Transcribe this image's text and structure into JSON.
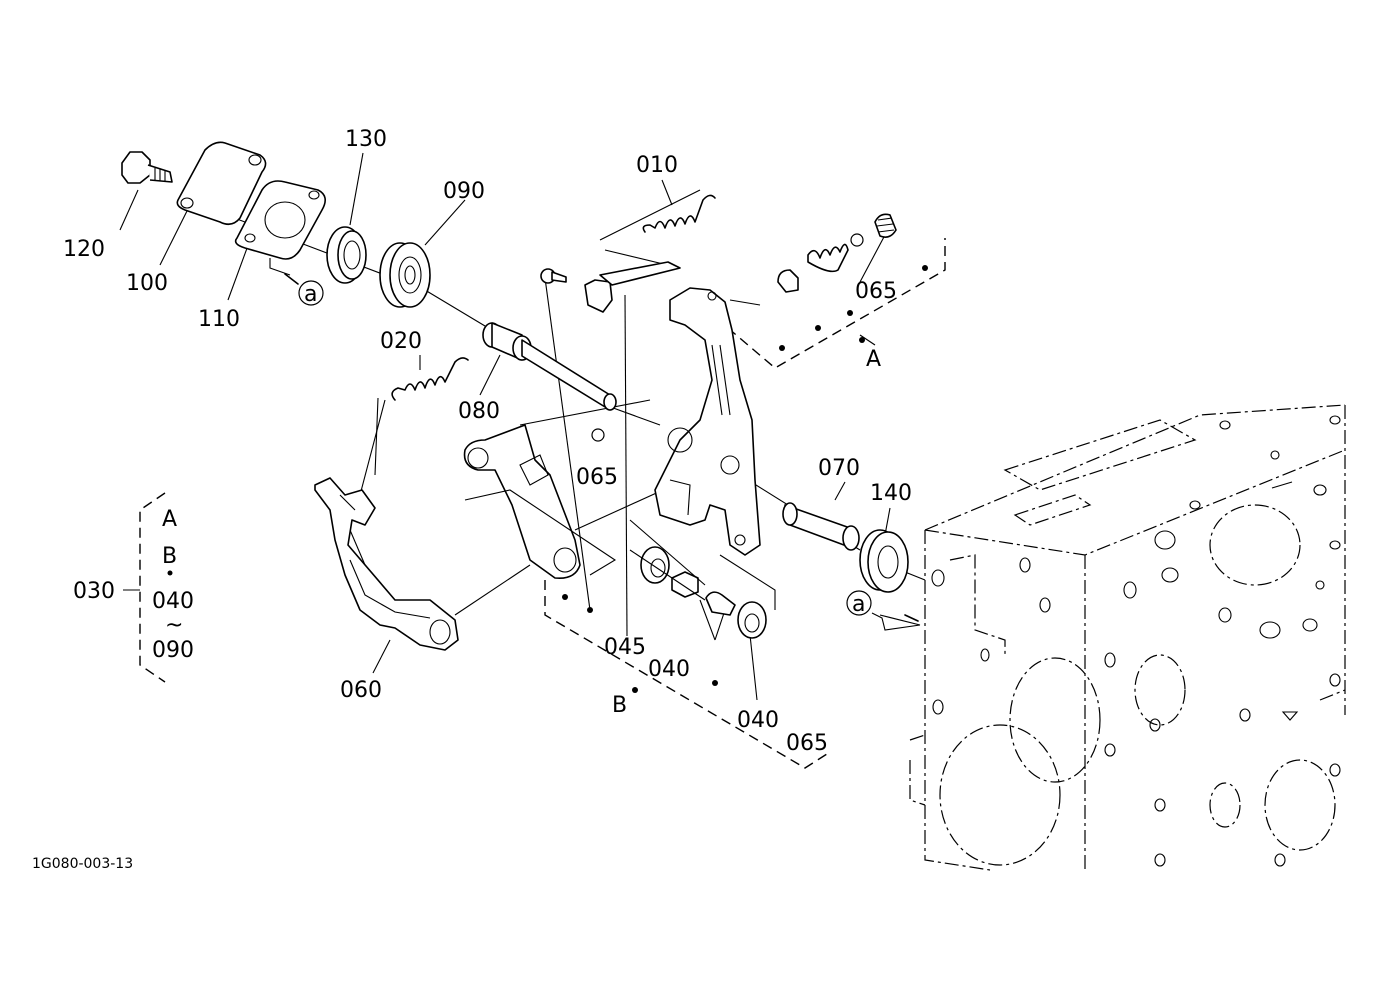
{
  "diagram_code": "1G080-003-13",
  "labels": {
    "p010": "010",
    "p020": "020",
    "p030": "030",
    "p040a": "040",
    "p040b": "040",
    "p045": "045",
    "p060": "060",
    "p065a": "065",
    "p065b": "065",
    "p065c": "065",
    "p070": "070",
    "p080": "080",
    "p090": "090",
    "p100": "100",
    "p110": "110",
    "p120": "120",
    "p130": "130",
    "p140": "140",
    "group_A": "A",
    "group_B": "B",
    "ref_a1": "a",
    "ref_a2": "a"
  },
  "group_030": [
    "A",
    "B",
    "040",
    "~",
    "090"
  ]
}
